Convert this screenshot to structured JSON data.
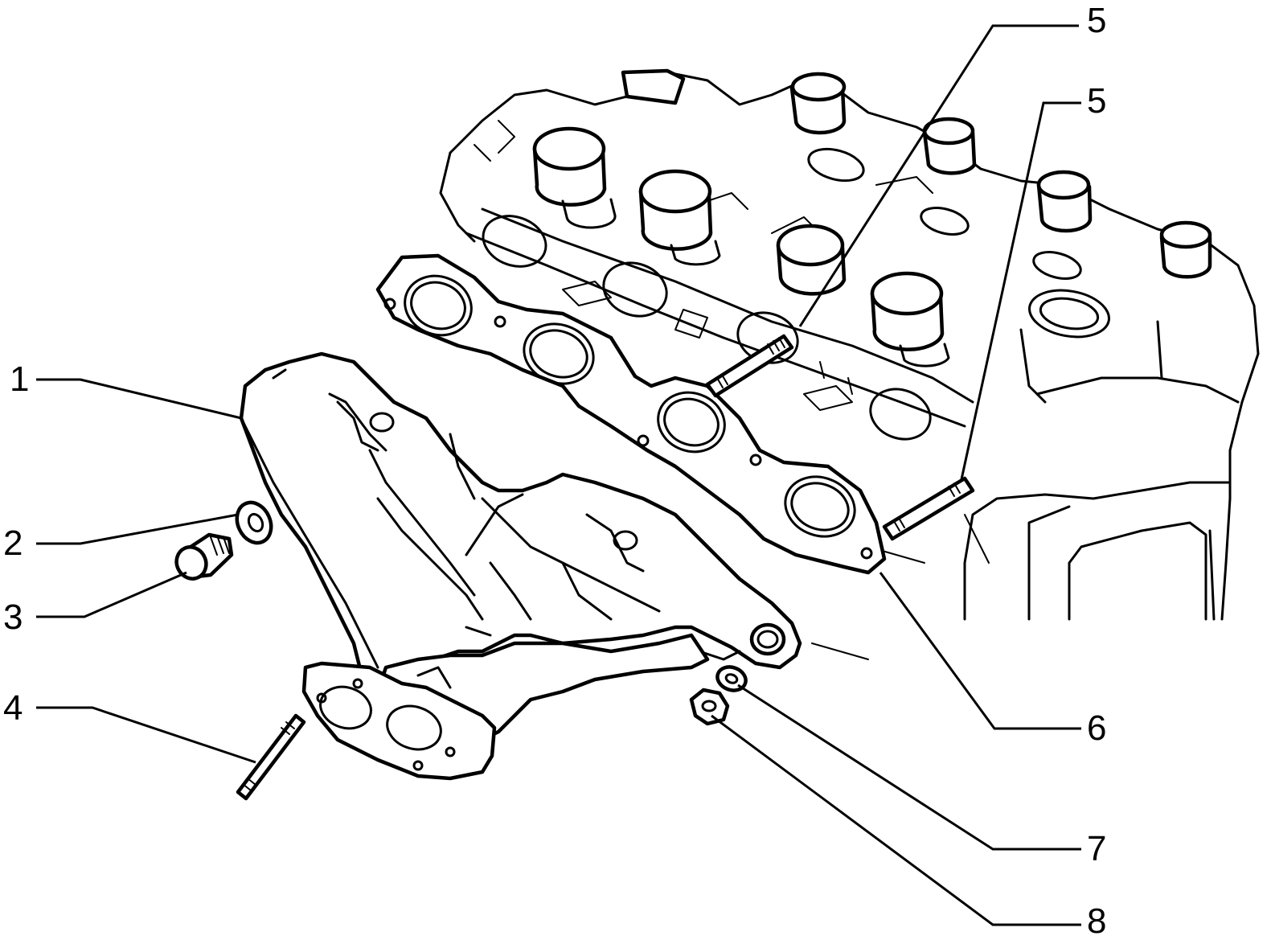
{
  "callouts": [
    {
      "id": "c1",
      "text": "1"
    },
    {
      "id": "c2",
      "text": "2"
    },
    {
      "id": "c3",
      "text": "3"
    },
    {
      "id": "c4",
      "text": "4"
    },
    {
      "id": "c5a",
      "text": "5"
    },
    {
      "id": "c5b",
      "text": "5"
    },
    {
      "id": "c6",
      "text": "6"
    },
    {
      "id": "c7",
      "text": "7"
    },
    {
      "id": "c8",
      "text": "8"
    }
  ],
  "colors": {
    "ink": "#000000",
    "paper": "#ffffff"
  }
}
